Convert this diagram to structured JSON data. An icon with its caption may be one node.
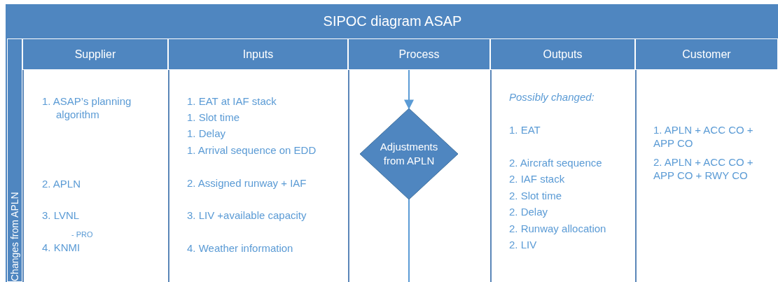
{
  "diagram": {
    "title": "SIPOC diagram ASAP",
    "nodes": [
      {
        "text": [
          "Changes from APLN"
        ]
      },
      {
        "text": [
          "Supplier"
        ]
      },
      {
        "text": [
          "Inputs"
        ]
      },
      {
        "text": [
          "Process"
        ]
      },
      {
        "text": [
          "Outputs"
        ]
      },
      {
        "text": [
          "Customer"
        ]
      },
      {
        "text": [
          "Adjustments from APLN"
        ]
      }
    ],
    "edges": [
      {
        "from": 3,
        "to": 6,
        "arrow": "to"
      },
      {
        "from": 6,
        "to": null,
        "arrow": "none"
      }
    ],
    "labels": [
      "1. ASAP’s planning algorithm",
      "2. APLN",
      "3. LVNL",
      "- PRO",
      "4. KNMI",
      "1. EAT at IAF stack",
      "1. Slot time",
      "1. Delay",
      "1. Arrival sequence on EDD",
      "2. Assigned runway + IAF",
      "3. LIV +available capacity",
      "4. Weather information",
      "Possibly changed:",
      "1. EAT",
      "2. Aircraft sequence",
      "2. IAF stack",
      "2. Slot time",
      "2. Delay",
      "2. Runway allocation",
      "2. LIV",
      "1. APLN + ACC CO + APP CO",
      "2. APLN + ACC CO + APP CO + RWY CO"
    ]
  }
}
